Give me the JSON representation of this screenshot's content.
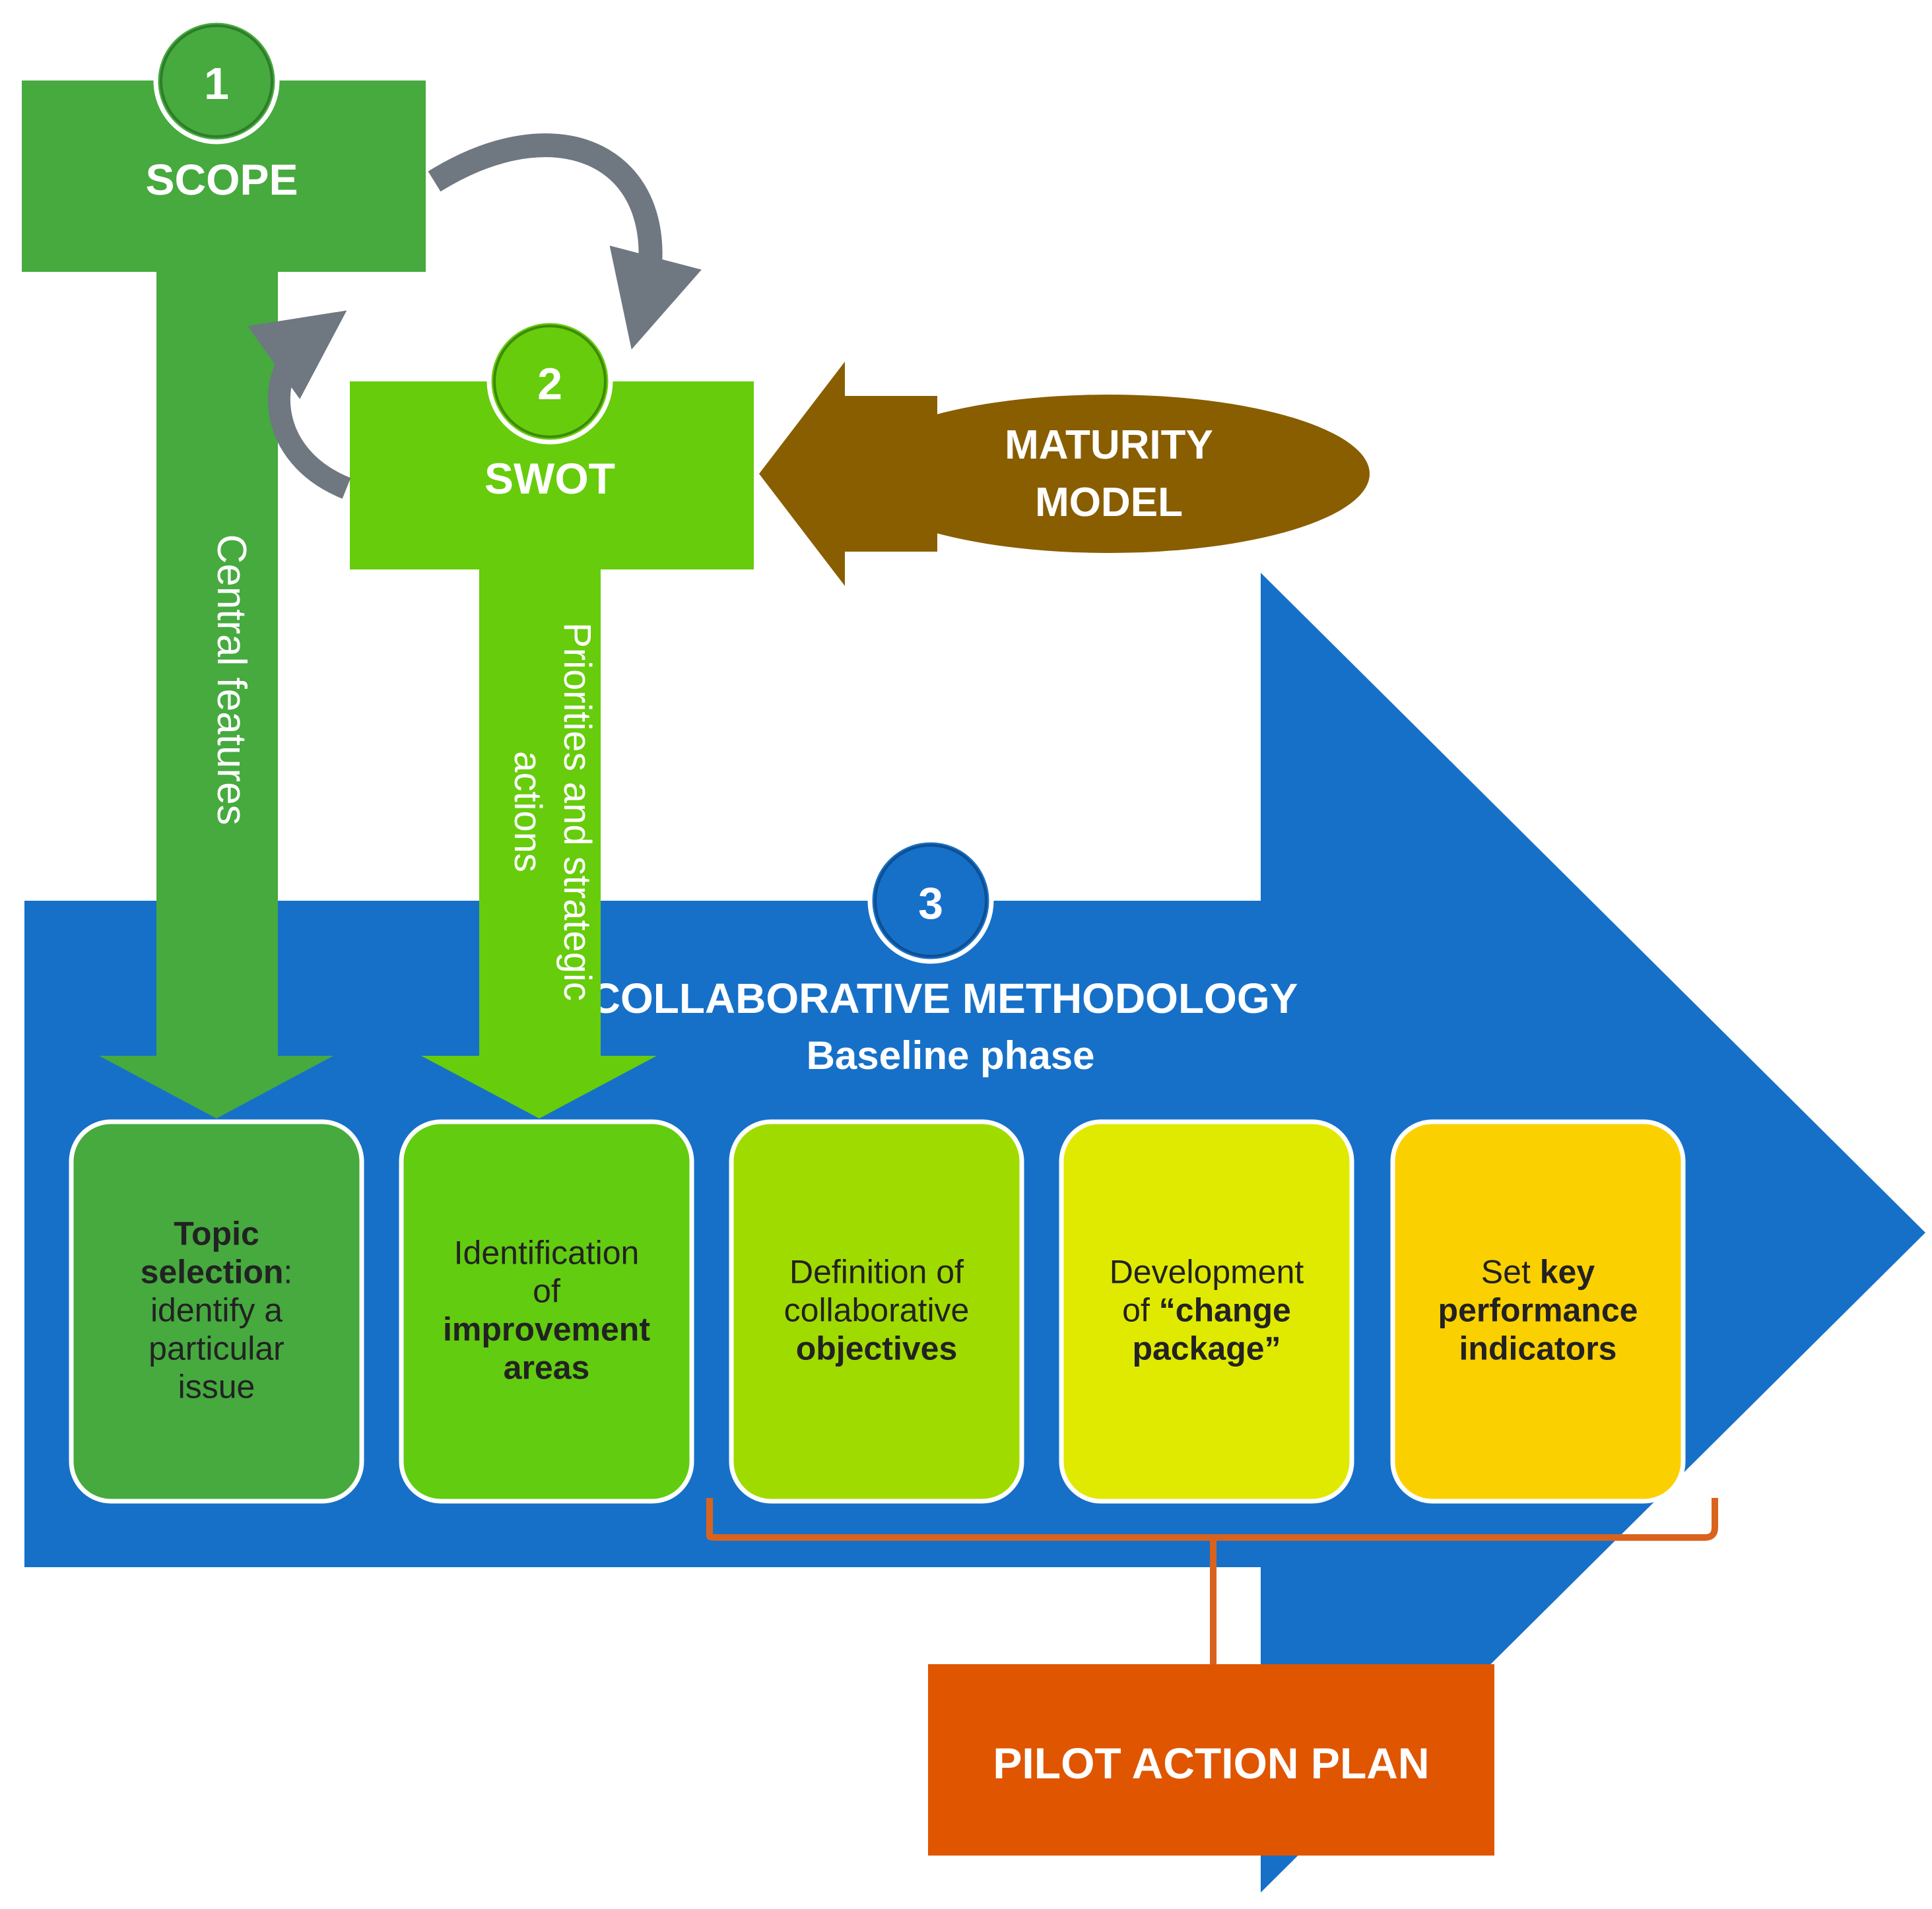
{
  "colors": {
    "blue": "#1670C8",
    "green_dark": "#46AA3F",
    "green_light": "#66CC0C",
    "maturity_brown": "#895E00",
    "pilot_orange": "#E05500",
    "bracket_orange": "#D9631C",
    "cycle_arrow_gray": "#6F7780",
    "box_colors": [
      "#46AA3F",
      "#62CC10",
      "#A0DB00",
      "#E0EA00",
      "#FBD000"
    ]
  },
  "step1": {
    "number": "1",
    "title": "SCOPE",
    "arrow_label": "Central features"
  },
  "step2": {
    "number": "2",
    "title": "SWOT",
    "arrow_label_line1": "Priorities and strategic",
    "arrow_label_line2": "actions"
  },
  "maturity": {
    "line1": "MATURITY",
    "line2": "MODEL"
  },
  "step3": {
    "number": "3",
    "title": "COLLABORATIVE METHODOLOGY",
    "subtitle": "Baseline phase"
  },
  "boxes": [
    {
      "lines": [
        [
          {
            "t": "Topic",
            "b": true
          }
        ],
        [
          {
            "t": "selection",
            "b": true
          },
          {
            "t": ":",
            "b": false
          }
        ],
        [
          {
            "t": "identify a",
            "b": false
          }
        ],
        [
          {
            "t": "particular",
            "b": false
          }
        ],
        [
          {
            "t": "issue",
            "b": false
          }
        ]
      ]
    },
    {
      "lines": [
        [
          {
            "t": "Identification",
            "b": false
          }
        ],
        [
          {
            "t": "of",
            "b": false
          }
        ],
        [
          {
            "t": "improvement",
            "b": true
          }
        ],
        [
          {
            "t": "areas",
            "b": true
          }
        ]
      ]
    },
    {
      "lines": [
        [
          {
            "t": "Definition of",
            "b": false
          }
        ],
        [
          {
            "t": "collaborative",
            "b": false
          }
        ],
        [
          {
            "t": "objectives",
            "b": true
          }
        ]
      ]
    },
    {
      "lines": [
        [
          {
            "t": "Development",
            "b": false
          }
        ],
        [
          {
            "t": "of ",
            "b": false
          },
          {
            "t": "“change",
            "b": true
          }
        ],
        [
          {
            "t": "package”",
            "b": true
          }
        ]
      ]
    },
    {
      "lines": [
        [
          {
            "t": "Set ",
            "b": false
          },
          {
            "t": "key",
            "b": true
          }
        ],
        [
          {
            "t": "performance",
            "b": true
          }
        ],
        [
          {
            "t": "indicators",
            "b": true
          }
        ]
      ]
    }
  ],
  "pilot": {
    "label": "PILOT ACTION PLAN"
  }
}
